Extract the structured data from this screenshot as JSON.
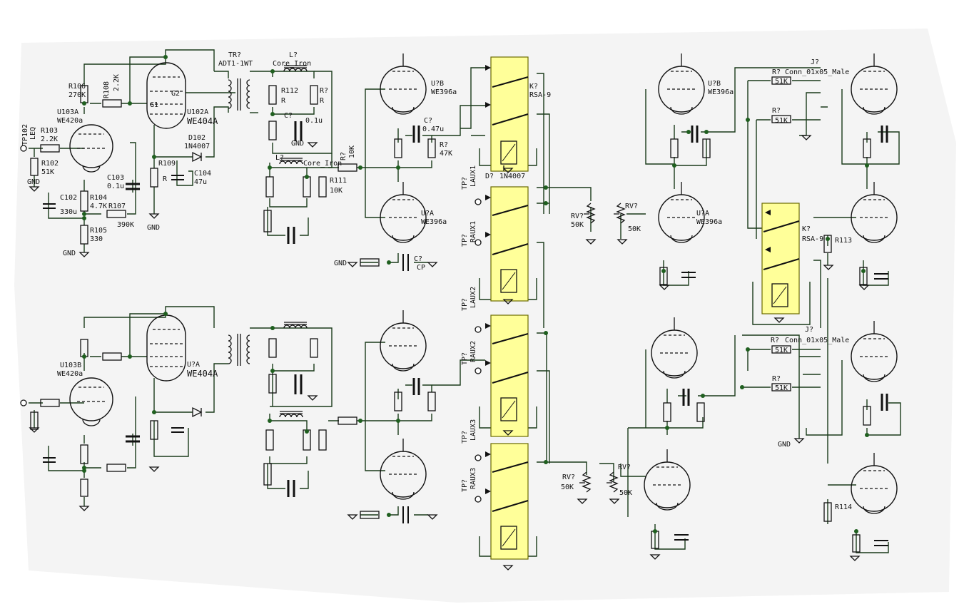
{
  "colors": {
    "background": "#ffffff",
    "paper": "#f2f2f2",
    "wire": "#1a3a1a",
    "junction": "#1f5f1f",
    "ink": "#111111",
    "relay_fill": "#ffff99",
    "relay_border": "#6a6a00"
  },
  "labels": [
    {
      "id": "r106",
      "text": "R106"
    },
    {
      "id": "r106v",
      "text": "270K"
    },
    {
      "id": "r108",
      "text": "R108"
    },
    {
      "id": "r108v",
      "text": "2.2K"
    },
    {
      "id": "u103a",
      "text": "U103A"
    },
    {
      "id": "u103av",
      "text": "WE420a"
    },
    {
      "id": "tp102",
      "text": "TP102"
    },
    {
      "id": "tp102v",
      "text": "LEQ"
    },
    {
      "id": "r103",
      "text": "R103"
    },
    {
      "id": "r103v",
      "text": "2.2K"
    },
    {
      "id": "r102",
      "text": "R102"
    },
    {
      "id": "r102v",
      "text": "51K"
    },
    {
      "id": "gnd1",
      "text": "GND"
    },
    {
      "id": "c102",
      "text": "C102"
    },
    {
      "id": "c102v",
      "text": "330u"
    },
    {
      "id": "r104",
      "text": "R104"
    },
    {
      "id": "r104v",
      "text": "4.7K"
    },
    {
      "id": "r107",
      "text": "R107"
    },
    {
      "id": "r107v",
      "text": "390K"
    },
    {
      "id": "r105",
      "text": "R105"
    },
    {
      "id": "r105v",
      "text": "330"
    },
    {
      "id": "gnd2",
      "text": "GND"
    },
    {
      "id": "c103",
      "text": "C103"
    },
    {
      "id": "c103v",
      "text": "0.1u"
    },
    {
      "id": "u102a",
      "text": "U102A"
    },
    {
      "id": "u102av",
      "text": "WE404A"
    },
    {
      "id": "g2a",
      "text": "G2"
    },
    {
      "id": "g1a",
      "text": "G1"
    },
    {
      "id": "r109",
      "text": "R109"
    },
    {
      "id": "r109v",
      "text": "R"
    },
    {
      "id": "d102",
      "text": "D102"
    },
    {
      "id": "d102v",
      "text": "1N4007"
    },
    {
      "id": "c104",
      "text": "C104"
    },
    {
      "id": "c104v",
      "text": "47u"
    },
    {
      "id": "gnd3",
      "text": "GND"
    },
    {
      "id": "tr1",
      "text": "TR?"
    },
    {
      "id": "tr1v",
      "text": "ADT1-1WT"
    },
    {
      "id": "l1",
      "text": "L?"
    },
    {
      "id": "l1v",
      "text": "Core_Iron"
    },
    {
      "id": "r112",
      "text": "R112"
    },
    {
      "id": "r112v",
      "text": "R"
    },
    {
      "id": "rq1",
      "text": "R?"
    },
    {
      "id": "rq1v",
      "text": "R"
    },
    {
      "id": "cq1",
      "text": "C?"
    },
    {
      "id": "cq1v",
      "text": "0.1u"
    },
    {
      "id": "gnd4",
      "text": "GND"
    },
    {
      "id": "l2",
      "text": "L?"
    },
    {
      "id": "l2v",
      "text": "Core_Iron"
    },
    {
      "id": "r111",
      "text": "R111"
    },
    {
      "id": "r111v",
      "text": "10K"
    },
    {
      "id": "rin1",
      "text": "R?"
    },
    {
      "id": "rin1v",
      "text": "10K"
    },
    {
      "id": "u1b",
      "text": "U?B"
    },
    {
      "id": "u1bv",
      "text": "WE396a"
    },
    {
      "id": "c1",
      "text": "C?"
    },
    {
      "id": "c1v",
      "text": "0.47u"
    },
    {
      "id": "r47k1",
      "text": "R?"
    },
    {
      "id": "r47k1v",
      "text": "47K"
    },
    {
      "id": "u1a",
      "text": "U?A"
    },
    {
      "id": "u1av",
      "text": "WE396a"
    },
    {
      "id": "cp1",
      "text": "C?"
    },
    {
      "id": "cp1v",
      "text": "CP"
    },
    {
      "id": "gnd5",
      "text": "GND"
    },
    {
      "id": "k1",
      "text": "K?"
    },
    {
      "id": "k1v",
      "text": "RSA-9"
    },
    {
      "id": "d1n",
      "text": "D?"
    },
    {
      "id": "d1nv",
      "text": "1N4007"
    },
    {
      "id": "laux1",
      "text": "TP?"
    },
    {
      "id": "laux1v",
      "text": "LAUX1"
    },
    {
      "id": "raux1",
      "text": "TP?"
    },
    {
      "id": "raux1v",
      "text": "RAUX1"
    },
    {
      "id": "laux2",
      "text": "TP?"
    },
    {
      "id": "laux2v",
      "text": "LAUX2"
    },
    {
      "id": "raux2",
      "text": "TP?"
    },
    {
      "id": "raux2v",
      "text": "RAUX2"
    },
    {
      "id": "laux3",
      "text": "TP?"
    },
    {
      "id": "laux3v",
      "text": "LAUX3"
    },
    {
      "id": "raux3",
      "text": "TP?"
    },
    {
      "id": "raux3v",
      "text": "RAUX3"
    },
    {
      "id": "rv1",
      "text": "RV?"
    },
    {
      "id": "rv1v",
      "text": "50K"
    },
    {
      "id": "rv2",
      "text": "RV?"
    },
    {
      "id": "rv2v",
      "text": "50K"
    },
    {
      "id": "rv3",
      "text": "RV?"
    },
    {
      "id": "rv3v",
      "text": "50K"
    },
    {
      "id": "rv4",
      "text": "RV?"
    },
    {
      "id": "rv4v",
      "text": "50K"
    },
    {
      "id": "j1",
      "text": "J?"
    },
    {
      "id": "j1v",
      "text": "Conn_01x05_Male"
    },
    {
      "id": "j2",
      "text": "J?"
    },
    {
      "id": "j2v",
      "text": "Conn_01x05_Male"
    },
    {
      "id": "r51k1",
      "text": "R?"
    },
    {
      "id": "r51k1v",
      "text": "51K"
    },
    {
      "id": "r51k2",
      "text": "R?"
    },
    {
      "id": "r51k2v",
      "text": "51K"
    },
    {
      "id": "r51k3",
      "text": "R?"
    },
    {
      "id": "r51k3v",
      "text": "51K"
    },
    {
      "id": "r51k4",
      "text": "R?"
    },
    {
      "id": "r51k4v",
      "text": "51K"
    },
    {
      "id": "r113",
      "text": "R113"
    },
    {
      "id": "r114",
      "text": "R114"
    },
    {
      "id": "ktop",
      "text": "K?"
    },
    {
      "id": "ktopv",
      "text": "RSA-9"
    },
    {
      "id": "u2a",
      "text": "U?A"
    },
    {
      "id": "u2av",
      "text": "WE396a"
    },
    {
      "id": "u2b",
      "text": "U?B"
    },
    {
      "id": "u2bv",
      "text": "WE396a"
    },
    {
      "id": "u404b",
      "text": "U?A"
    },
    {
      "id": "u404bv",
      "text": "WE404A"
    },
    {
      "id": "u103b",
      "text": "U103B"
    },
    {
      "id": "u103bv",
      "text": "WE420a"
    },
    {
      "id": "gnd_misc",
      "text": "GND"
    }
  ]
}
